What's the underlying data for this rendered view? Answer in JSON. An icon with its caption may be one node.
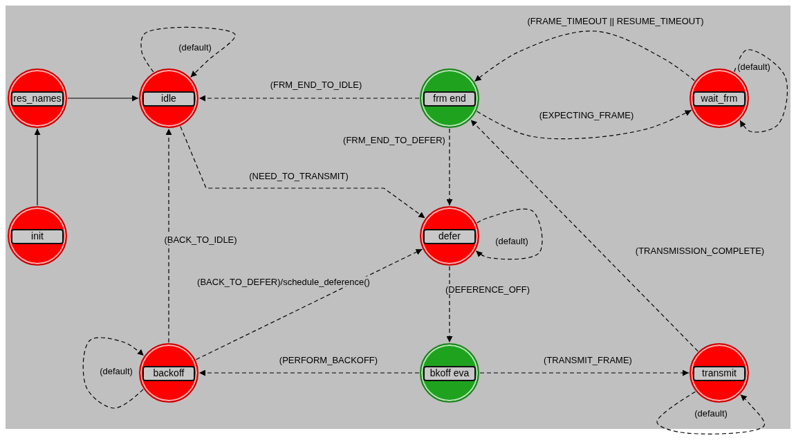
{
  "diagram": {
    "nodes": [
      {
        "text": [
          "res_names"
        ]
      },
      {
        "text": [
          "idle"
        ]
      },
      {
        "text": [
          "frm end"
        ]
      },
      {
        "text": [
          "wait_frm"
        ]
      },
      {
        "text": [
          "init"
        ]
      },
      {
        "text": [
          "defer"
        ]
      },
      {
        "text": [
          "backoff"
        ]
      },
      {
        "text": [
          "bkoff eva"
        ]
      },
      {
        "text": [
          "transmit"
        ]
      }
    ],
    "edges": [
      {
        "from": 4,
        "to": 0,
        "arrow": "to"
      },
      {
        "from": 0,
        "to": 1,
        "arrow": "to"
      },
      {
        "from": 1,
        "to": 1,
        "arrow": "to",
        "label": "(default)",
        "style": "dashed"
      },
      {
        "from": 2,
        "to": 1,
        "arrow": "to",
        "label": "(FRM_END_TO_IDLE)",
        "style": "dashed"
      },
      {
        "from": 3,
        "to": 2,
        "arrow": "to",
        "label": "(FRAME_TIMEOUT || RESUME_TIMEOUT)",
        "style": "dashed"
      },
      {
        "from": 3,
        "to": 3,
        "arrow": "to",
        "label": "(default)",
        "style": "dashed"
      },
      {
        "from": 2,
        "to": 3,
        "arrow": "to",
        "label": "(EXPECTING_FRAME)",
        "style": "dashed"
      },
      {
        "from": 2,
        "to": 5,
        "arrow": "to",
        "label": "(FRM_END_TO_DEFER)",
        "style": "dashed"
      },
      {
        "from": 1,
        "to": 5,
        "arrow": "to",
        "label": "(NEED_TO_TRANSMIT)",
        "style": "dashed"
      },
      {
        "from": 5,
        "to": 5,
        "arrow": "to",
        "label": "(default)",
        "style": "dashed"
      },
      {
        "from": 6,
        "to": 1,
        "arrow": "to",
        "label": "(BACK_TO_IDLE)",
        "style": "dashed"
      },
      {
        "from": 6,
        "to": 5,
        "arrow": "to",
        "label": "(BACK_TO_DEFER)/schedule_deference()",
        "style": "dashed"
      },
      {
        "from": 5,
        "to": 7,
        "arrow": "to",
        "label": "(DEFERENCE_OFF)",
        "style": "dashed"
      },
      {
        "from": 7,
        "to": 6,
        "arrow": "to",
        "label": "(PERFORM_BACKOFF)",
        "style": "dashed"
      },
      {
        "from": 6,
        "to": 6,
        "arrow": "to",
        "label": "(default)",
        "style": "dashed"
      },
      {
        "from": 7,
        "to": 8,
        "arrow": "to",
        "label": "(TRANSMIT_FRAME)",
        "style": "dashed"
      },
      {
        "from": 8,
        "to": 2,
        "arrow": "to",
        "label": "(TRANSMISSION_COMPLETE)",
        "style": "dashed"
      },
      {
        "from": 8,
        "to": 8,
        "arrow": "to",
        "label": "(default)",
        "style": "dashed"
      }
    ]
  }
}
